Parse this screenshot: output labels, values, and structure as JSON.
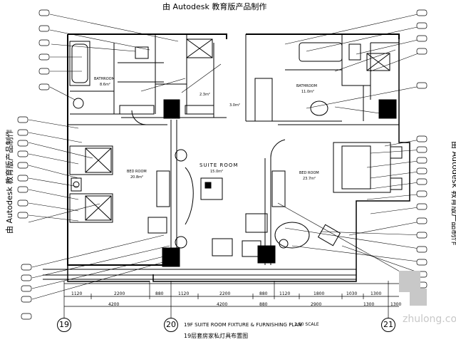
{
  "watermark": {
    "top": "由 Autodesk 教育版产品制作",
    "left": "由 Autodesk 教育版产品制作",
    "right": "由 Autodesk 教育版产品制作"
  },
  "rooms": {
    "suite_title": "SUITE ROOM",
    "suite_area": "15.0m²",
    "bed_left": "BED ROOM",
    "bed_left_area": "20.8m²",
    "bed_right": "BED ROOM",
    "bed_right_area": "23.7m²",
    "bath_left": "BATHROOM",
    "bath_left_area": "8.6m²",
    "closet_left_area": "2.3m²",
    "hall_area": "3.0m²",
    "bath_right": "BATHROOM",
    "bath_right_area": "11.0m²"
  },
  "dimensions": {
    "row1": [
      "1120",
      "2200",
      "880",
      "1120",
      "2200",
      "880",
      "1120",
      "1800",
      "1030",
      "1300"
    ],
    "row2": [
      "4200",
      "4200",
      "880",
      "2900",
      "1300",
      "1300"
    ]
  },
  "grid": [
    "19",
    "20",
    "21"
  ],
  "title_block": {
    "line1": "19F SUITE ROOM FIXTURE & FURNISHING PLAN",
    "line2": "19层套房家私灯具布置图",
    "scale": "1:50 SCALE"
  },
  "site_mark": "zhulong.com"
}
